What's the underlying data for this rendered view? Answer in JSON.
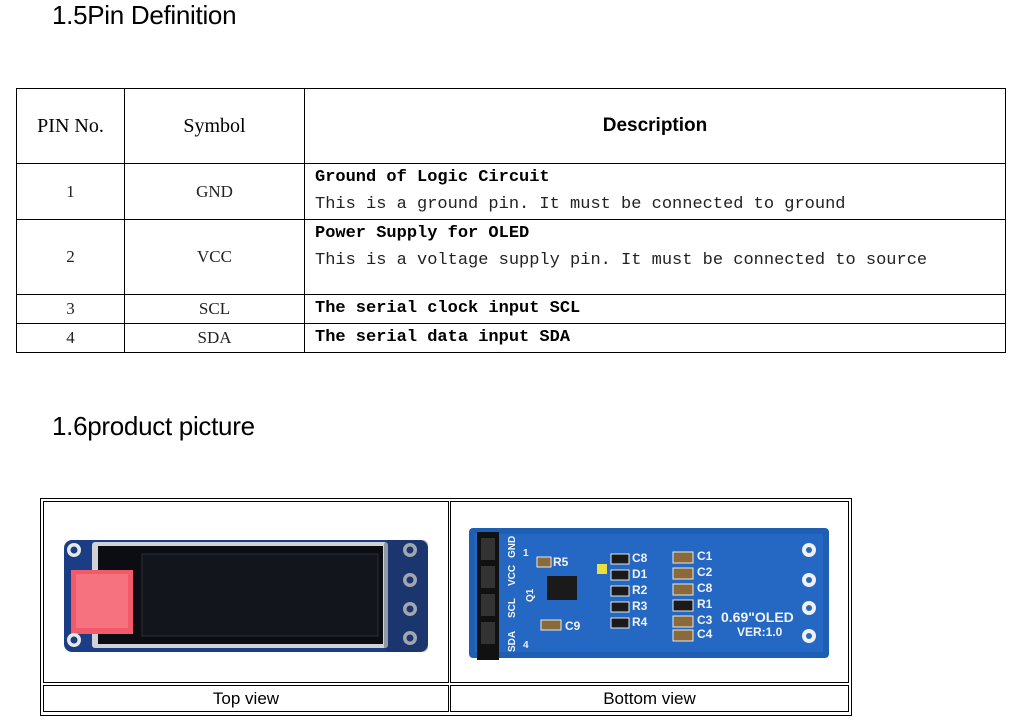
{
  "sections": {
    "pin_definition": "1.5Pin Definition",
    "product_picture": "1.6product picture"
  },
  "table": {
    "headers": [
      "PIN No.",
      "Symbol",
      "Description"
    ],
    "rows": [
      {
        "pin": "1",
        "symbol": "GND",
        "title": "Ground of Logic Circuit",
        "text": "This is a ground pin. It must be connected to ground"
      },
      {
        "pin": "2",
        "symbol": "VCC",
        "title": "Power Supply for OLED",
        "text": "This is a voltage supply pin. It must be connected to source"
      },
      {
        "pin": "3",
        "symbol": "SCL",
        "title": "The serial clock input SCL",
        "text": ""
      },
      {
        "pin": "4",
        "symbol": "SDA",
        "title": "The serial data input SDA",
        "text": ""
      }
    ]
  },
  "pictures": {
    "top_caption": "Top view",
    "bottom_caption": "Bottom view",
    "pin_labels": [
      "SDA",
      "SCL",
      "VCC",
      "GND"
    ],
    "pin_numbers": [
      "4",
      "1"
    ],
    "parts": [
      "R5",
      "Q1",
      "C9",
      "C8",
      "D1",
      "R2",
      "R3",
      "R4",
      "C1",
      "C2",
      "C8",
      "R1",
      "C3",
      "C4"
    ],
    "board_marking": "0.69\"OLED",
    "version": "VER:1.0"
  }
}
